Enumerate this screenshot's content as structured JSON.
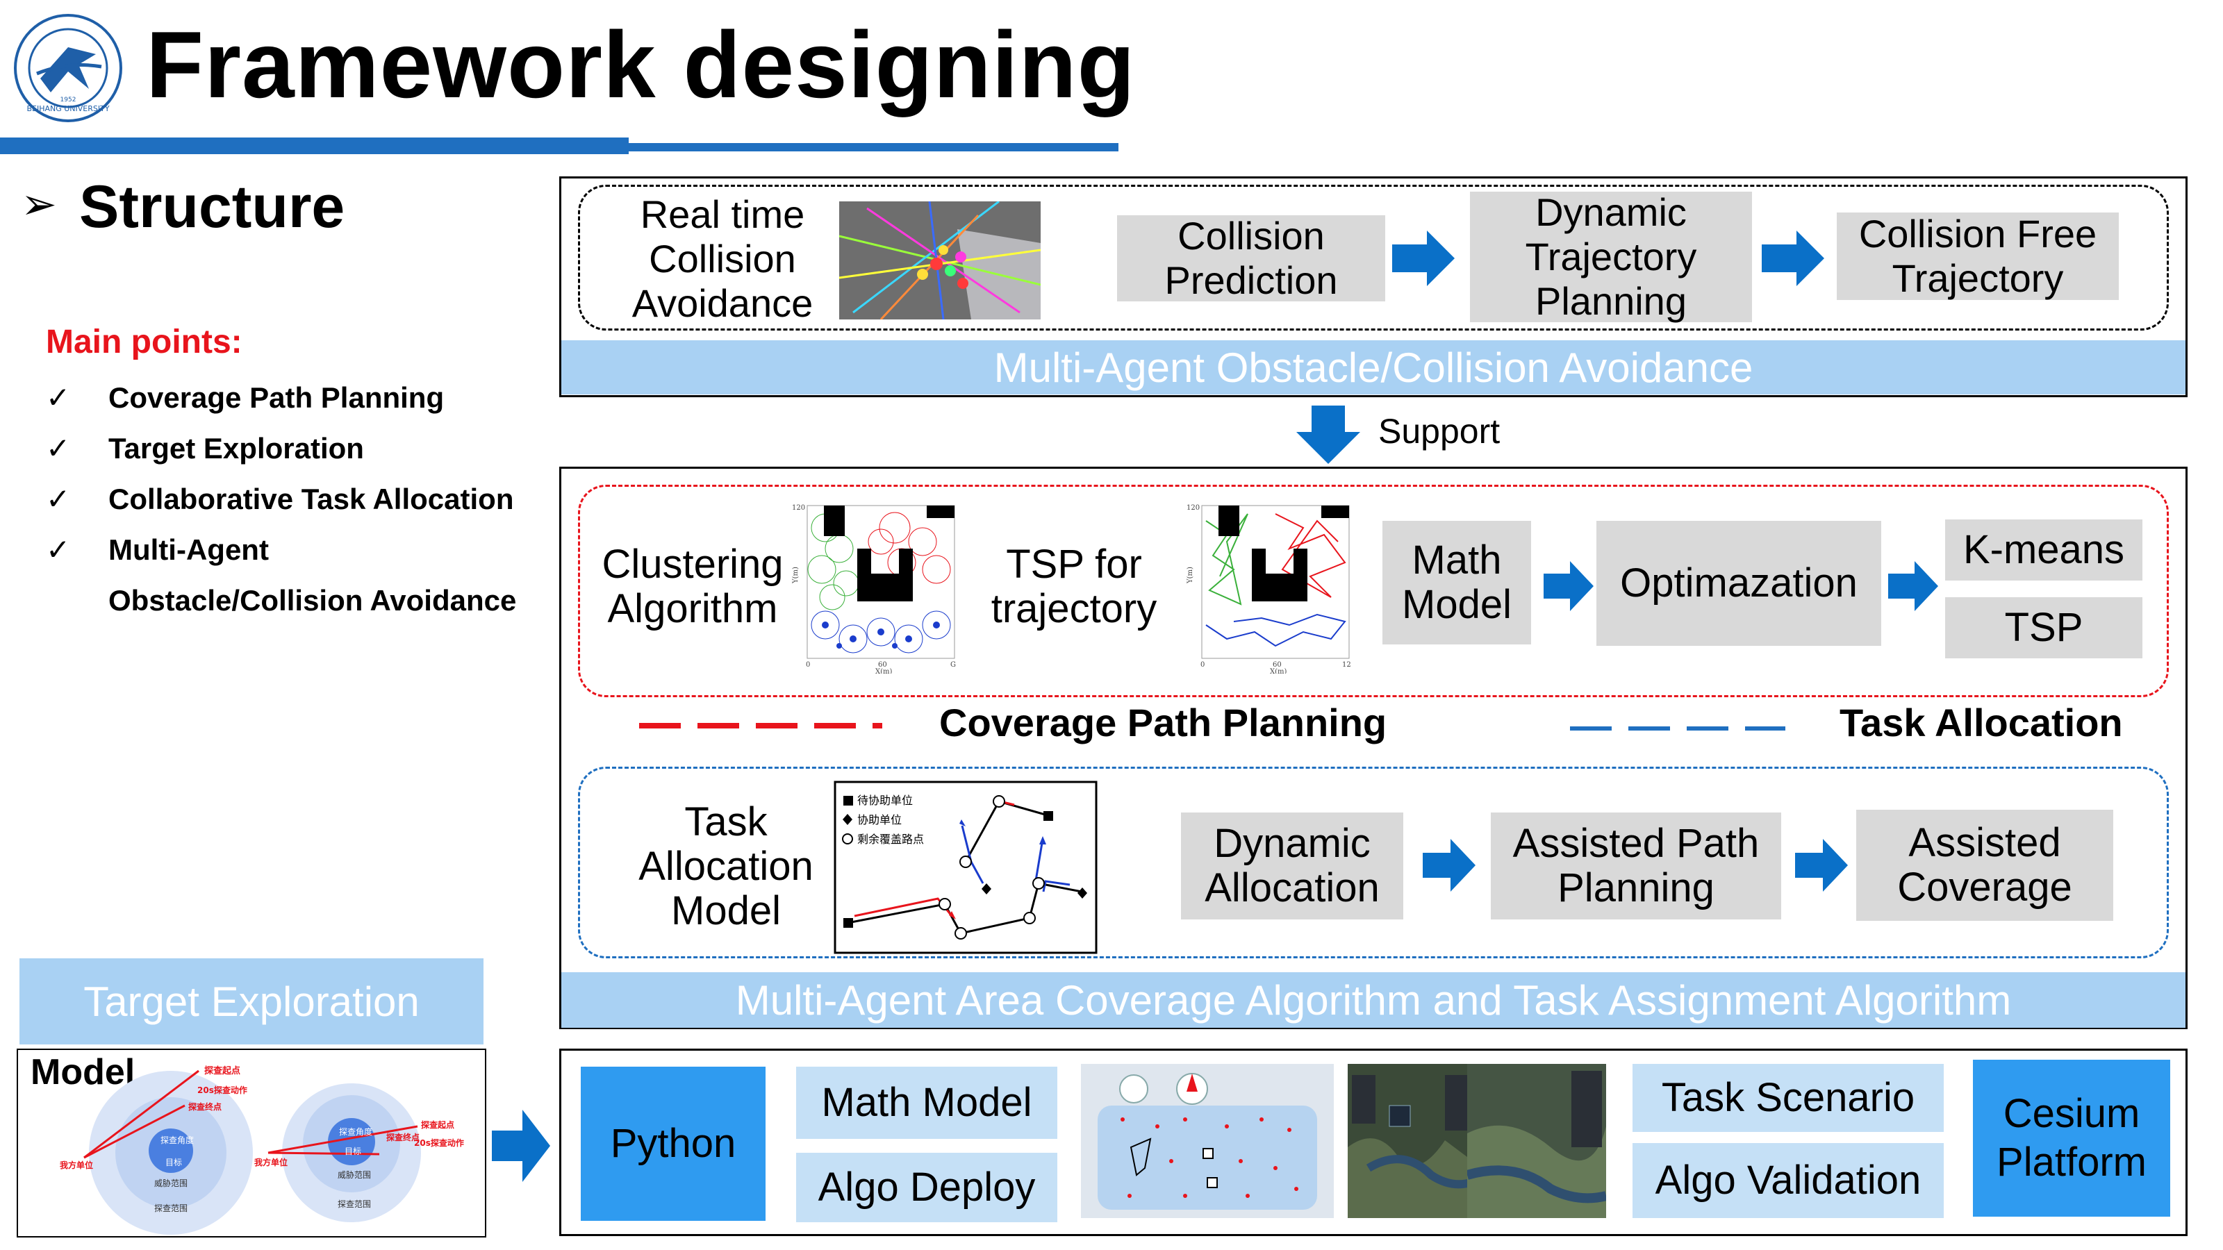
{
  "header": {
    "title": "Framework designing",
    "logo_text": "BEIHANG UNIVERSITY",
    "logo_year": "1952"
  },
  "structure": {
    "heading": "Structure"
  },
  "main_points": {
    "title": "Main points:",
    "items": [
      "Coverage Path Planning",
      "Target Exploration",
      "Collaborative Task Allocation",
      "Multi-Agent",
      "Obstacle/Collision Avoidance"
    ]
  },
  "top_panel": {
    "label": "Real time Collision Avoidance",
    "steps": [
      "Collision Prediction",
      "Dynamic Trajectory Planning",
      "Collision Free Trajectory"
    ],
    "band": "Multi-Agent Obstacle/Collision Avoidance"
  },
  "support_label": "Support",
  "middle_panel": {
    "clustering": "Clustering Algorithm",
    "tsp": "TSP for trajectory",
    "math_model": "Math Model",
    "optimization": "Optimazation",
    "kmeans": "K-means",
    "tsp_box": "TSP",
    "legend_cpp": "Coverage Path Planning",
    "legend_ta": "Task Allocation",
    "task_model": "Task Allocation Model",
    "task_legend": [
      "待协助单位",
      "协助单位",
      "剩余覆盖路点"
    ],
    "steps": [
      "Dynamic Allocation",
      "Assisted Path Planning",
      "Assisted Coverage"
    ],
    "band": "Multi-Agent Area Coverage Algorithm and Task Assignment Algorithm",
    "plot_axis": {
      "ymax": "120",
      "x_mid": "60",
      "x_label": "X(m)",
      "y_label": "Y(m)",
      "x_zero": "0",
      "x_end_a": "G",
      "x_end_b": "12"
    }
  },
  "left_bottom": {
    "band": "Target Exploration",
    "model_title": "Model",
    "model_labels_a": [
      "探查起点",
      "20s探查动作",
      "探查终点",
      "我方单位",
      "探查角度",
      "目标",
      "威胁范围",
      "探查范围"
    ],
    "model_labels_b": [
      "探查起点",
      "20s探查动作",
      "探查终点",
      "我方单位",
      "探查角度",
      "目标",
      "威胁范围",
      "探查范围"
    ]
  },
  "bottom_panel": {
    "python": "Python",
    "math_model": "Math Model",
    "algo_deploy": "Algo Deploy",
    "task_scenario": "Task Scenario",
    "algo_validation": "Algo Validation",
    "cesium": "Cesium Platform"
  },
  "colors": {
    "blue_bar": "#1f6fc0",
    "light_blue": "#a9d1f3",
    "box_blue": "#c5e0f6",
    "strong_blue": "#2f9bf0",
    "arrow_blue": "#0a70c8",
    "red": "#e8141c",
    "gray": "#d9d9d9"
  }
}
